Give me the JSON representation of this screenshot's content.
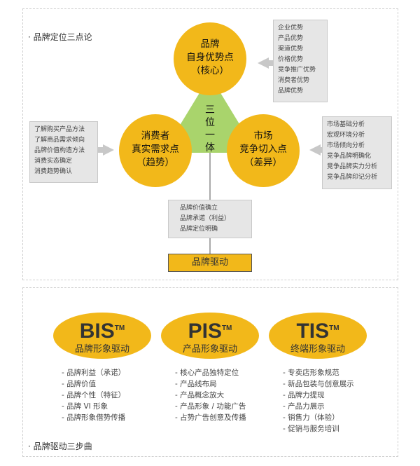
{
  "sections": {
    "top_title": "品牌定位三点论",
    "bottom_title": "品牌驱动三步曲"
  },
  "center": {
    "label": "三位一体"
  },
  "circles": {
    "top": {
      "line1": "品牌",
      "line2": "自身优势点",
      "line3": "（核心）"
    },
    "left": {
      "line1": "消费者",
      "line2": "真实需求点",
      "line3": "（趋势）"
    },
    "right": {
      "line1": "市场",
      "line2": "竞争切入点",
      "line3": "（差异）"
    }
  },
  "boxes": {
    "top_right": [
      "企业优势",
      "产品优势",
      "渠道优势",
      "价格优势",
      "竞争推广优势",
      "消费者优势",
      "品牌优势"
    ],
    "left": [
      "了解购买产品方法",
      "了解商品需求倾向",
      "品牌价值构造方法",
      "消费实态确定",
      "消费趋势确认"
    ],
    "right": [
      "市场基础分析",
      "宏观环境分析",
      "市场倾向分析",
      "竞争品牌明确化",
      "竞争品牌实力分析",
      "竞争品牌印记分析"
    ],
    "center": [
      "品牌价值确立",
      "品牌承诺（利益）",
      "品牌定位明确"
    ]
  },
  "drive": {
    "label": "品牌驱动"
  },
  "ovals": [
    {
      "abbr": "BIS",
      "tm": "TM",
      "name": "品牌形象驱动",
      "items": [
        "- 品牌利益（承诺）",
        "- 品牌价值",
        "- 品牌个性（特征）",
        "- 品牌 VI 形象",
        "- 品牌形象借势传播"
      ]
    },
    {
      "abbr": "PIS",
      "tm": "TM",
      "name": "产品形象驱动",
      "items": [
        "- 核心产品独特定位",
        "- 产品线布局",
        "- 产品概念放大",
        "- 产品形象 / 功能广告",
        "- 占势广告创意及传播"
      ]
    },
    {
      "abbr": "TIS",
      "tm": "TM",
      "name": "终端形象驱动",
      "items": [
        "- 专卖店形象规范",
        "- 新品包装与创意展示",
        "- 品牌力提现",
        "- 产品力展示",
        "- 销售力（体验）",
        "- 促销与服务培训"
      ]
    }
  ],
  "colors": {
    "accent": "#f2b81a",
    "triangle": "#a9d46c",
    "gray_box": "#e6e6e6",
    "arrow": "#c8c8c8"
  }
}
